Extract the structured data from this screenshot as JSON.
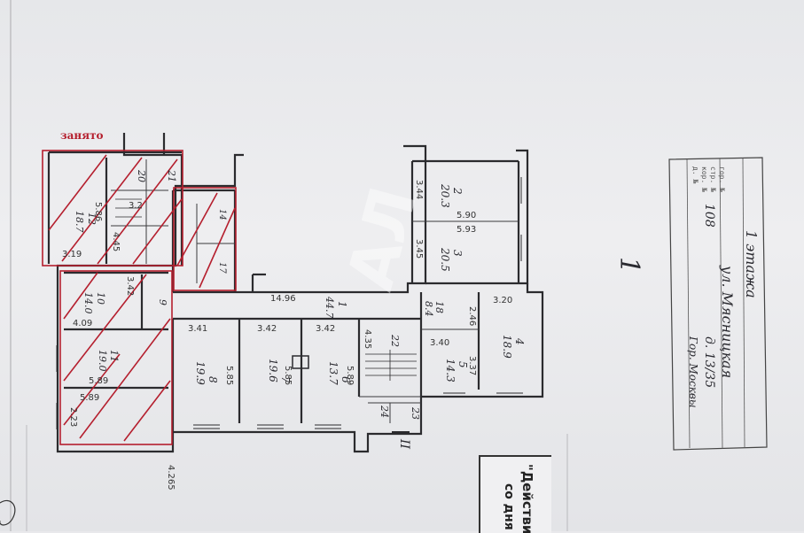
{
  "occupied_label": "занято",
  "act_stamp": {
    "line1": "\"Действит",
    "line2": "со дня"
  },
  "watermark": "АЛ",
  "big_mark": "1",
  "floor_marker": "II",
  "title_stamp": {
    "floor": "1 этажа",
    "street": "ул. Мясницкая",
    "house": "д. 13/35",
    "district": "Гор. Москвы",
    "reg_no": "108",
    "side_header": [
      "гор. №",
      "стр. №",
      "кор. №",
      "д. №"
    ]
  },
  "rooms": [
    {
      "id": "2",
      "area": "20.3"
    },
    {
      "id": "3",
      "area": "20.5"
    },
    {
      "id": "4",
      "area": "18.9"
    },
    {
      "id": "5",
      "area": "14.3"
    },
    {
      "id": "6",
      "area": "13.7"
    },
    {
      "id": "7",
      "area": "19.6"
    },
    {
      "id": "8",
      "area": "19.9"
    },
    {
      "id": "1",
      "area": "44.7"
    },
    {
      "id": "18",
      "area": "8.4"
    },
    {
      "id": "22",
      "area": ""
    },
    {
      "id": "23",
      "area": ""
    },
    {
      "id": "24",
      "area": ""
    },
    {
      "id": "9",
      "area": ""
    },
    {
      "id": "10",
      "area": "14.0"
    },
    {
      "id": "11",
      "area": "19.0"
    },
    {
      "id": "12",
      "area": "18.7"
    },
    {
      "id": "20",
      "area": ""
    },
    {
      "id": "21",
      "area": ""
    },
    {
      "id": "14",
      "area": ""
    },
    {
      "id": "17",
      "area": ""
    }
  ],
  "dimensions": [
    "3.44",
    "3.45",
    "5.90",
    "5.93",
    "14.96",
    "3.20",
    "3.40",
    "2.46",
    "3.37",
    "3.41",
    "3.42",
    "3.42",
    "4.35",
    "5.85",
    "5.85",
    "5.89",
    "4.09",
    "3.42",
    "5.89",
    "5.89",
    "2.23",
    "3.19",
    "5.86",
    "4.45",
    "3.2",
    "4.265"
  ]
}
